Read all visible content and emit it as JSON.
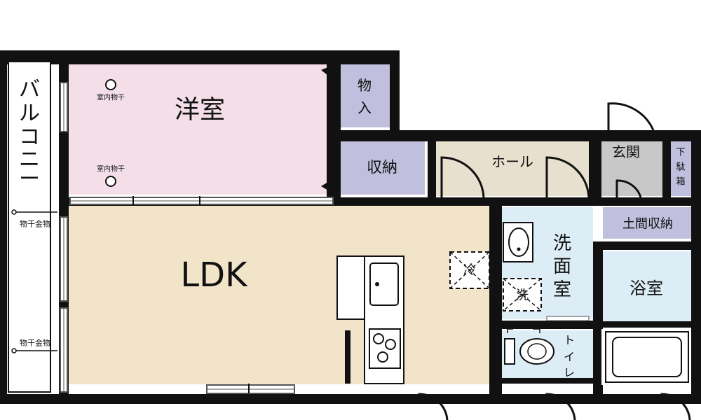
{
  "rooms": {
    "balcony": "バルコニー",
    "western_room": "洋室",
    "closet_mono": [
      "物",
      "入"
    ],
    "storage": "収納",
    "hall": "ホール",
    "entrance": "玄関",
    "shoe_box": [
      "下",
      "駄",
      "箱"
    ],
    "doma_storage": "土間収納",
    "ldk": "LDK",
    "washroom": [
      "洗",
      "面",
      "室"
    ],
    "bathroom": "浴室",
    "toilet": [
      "ト",
      "イ",
      "レ"
    ]
  },
  "fixtures": {
    "indoor_drying": "室内物干",
    "drying_hardware": "物干金物",
    "fridge": "冷",
    "washer": "洗"
  },
  "colors": {
    "wall": "#111111",
    "western_room": "#f4dfe9",
    "ldk": "#f2e4c9",
    "storage": "#c0bfdd",
    "hall": "#e8e0ce",
    "entrance": "#c8c8c8",
    "wet_area": "#dcedf6"
  }
}
